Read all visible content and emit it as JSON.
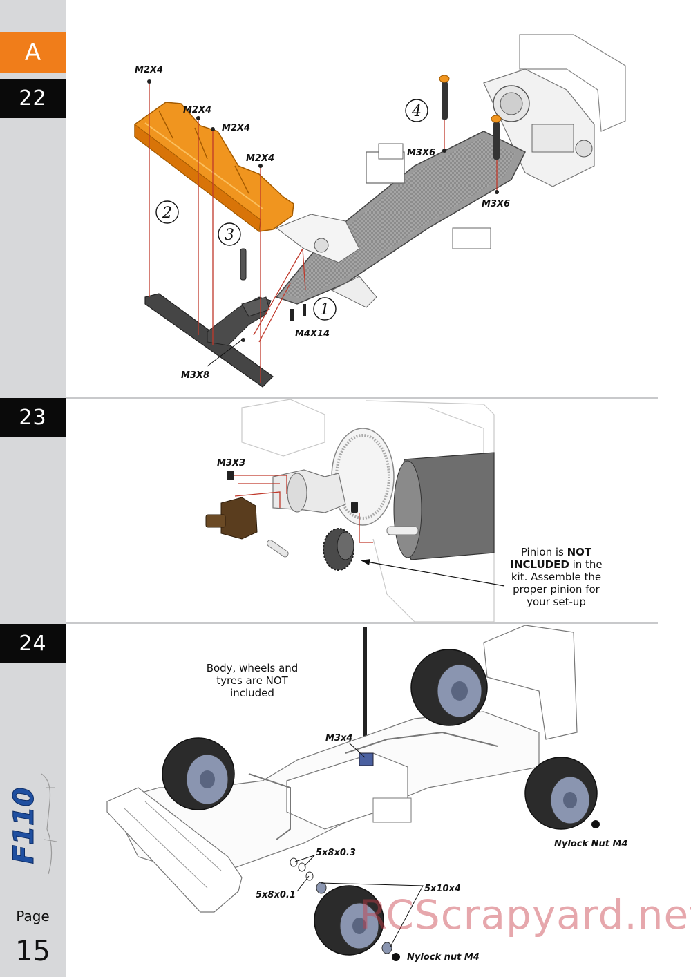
{
  "section_tab": "A",
  "steps": [
    "22",
    "23",
    "24"
  ],
  "step22": {
    "labels": [
      "M2X4",
      "M2X4",
      "M2X4",
      "M2X4",
      "M3X6",
      "M3X6",
      "M4X14",
      "M3X8"
    ],
    "callouts": [
      "1",
      "2",
      "3",
      "4"
    ]
  },
  "step23": {
    "labels": [
      "M3X3"
    ],
    "note_pre": "Pinion is ",
    "note_bold": "NOT INCLUDED",
    "note_post": " in the kit. Assemble the proper pinion for your set-up"
  },
  "step24": {
    "note": "Body, wheels and tyres are NOT included",
    "labels": [
      "M3x4",
      "5x8x0.3",
      "5x8x0.1",
      "5x10x4",
      "Nylock Nut M4",
      "Nylock nut M4"
    ]
  },
  "logo_text": "F110",
  "page_label": "Page",
  "page_number": "15",
  "watermark": "RCScrapyard.net",
  "colors": {
    "orange": "#f07d1a",
    "black_tab": "#0a0a0a",
    "sidebar": "#d7d8da"
  }
}
